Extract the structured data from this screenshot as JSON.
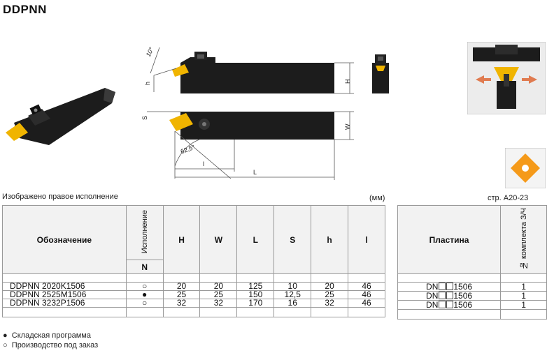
{
  "title": "DDPNN",
  "caption": "Изображено правое исполнение",
  "unit": "(мм)",
  "page_ref": "стр. А20-23",
  "drawing": {
    "angle_top": "10°",
    "angle_lead": "62,5°",
    "dim_h": "h",
    "dim_H": "H",
    "dim_S": "S",
    "dim_W": "W",
    "dim_l": "l",
    "dim_L": "L"
  },
  "table": {
    "col_designation": "Обозначение",
    "col_execution": "Исполнение",
    "col_execution_sub": "N",
    "col_H": "H",
    "col_W": "W",
    "col_L": "L",
    "col_S": "S",
    "col_h": "h",
    "col_l": "l",
    "rows": [
      {
        "designation": "DDPNN 2020K1506",
        "exec": "○",
        "H": "20",
        "W": "20",
        "L": "125",
        "S": "10",
        "h": "20",
        "l": "46"
      },
      {
        "designation": "DDPNN 2525M1506",
        "exec": "●",
        "H": "25",
        "W": "25",
        "L": "150",
        "S": "12,5",
        "h": "25",
        "l": "46"
      },
      {
        "designation": "DDPNN 3232P1506",
        "exec": "○",
        "H": "32",
        "W": "32",
        "L": "170",
        "S": "16",
        "h": "32",
        "l": "46"
      }
    ]
  },
  "insert_table": {
    "col_insert": "Пластина",
    "col_kit": "№ комплекта З/Ч",
    "rows": [
      {
        "insert_prefix": "DN",
        "insert_suffix": "1506",
        "kit": "1"
      },
      {
        "insert_prefix": "DN",
        "insert_suffix": "1506",
        "kit": "1"
      },
      {
        "insert_prefix": "DN",
        "insert_suffix": "1506",
        "kit": "1"
      }
    ]
  },
  "legend": {
    "stock_symbol": "●",
    "stock_label": "Складская программа",
    "order_symbol": "○",
    "order_label": "Производство под заказ"
  },
  "colors": {
    "insert": "#f0b400",
    "insert_orange": "#f59a1a",
    "arrow": "#e07b50",
    "tool_body": "#1c1c1c"
  }
}
